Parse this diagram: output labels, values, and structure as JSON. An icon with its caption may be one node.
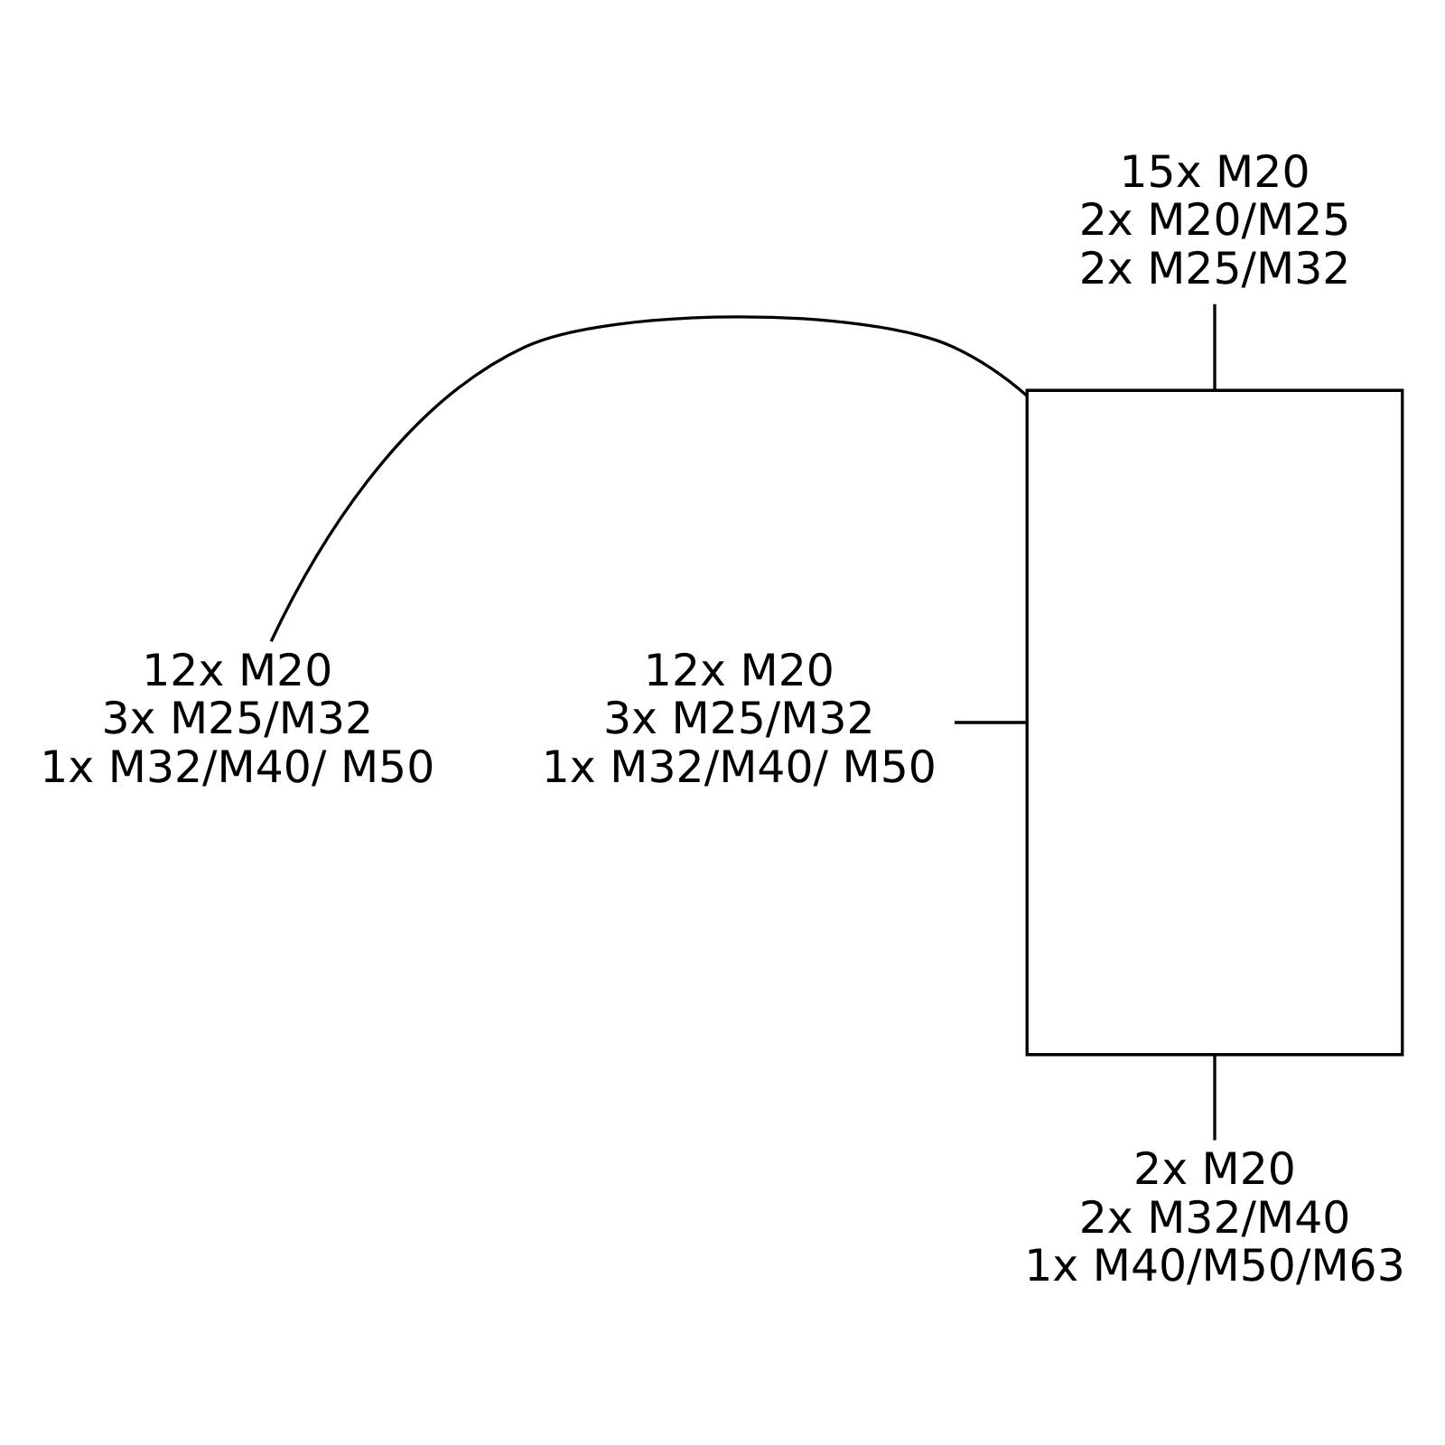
{
  "diagram": {
    "nodes": [
      {
        "text": [],
        "shape": "box"
      },
      {
        "text": [
          "15x M20",
          "2x M20/M25",
          "2x M25/M32"
        ]
      },
      {
        "text": [
          "12x M20",
          "3x M25/M32",
          "1x M32/M40/ M50"
        ]
      },
      {
        "text": [
          "12x M20",
          "3x M25/M32",
          "1x M32/M40/ M50"
        ]
      },
      {
        "text": [
          "2x M20",
          "2x M32/M40",
          "1x M40/M50/M63"
        ]
      }
    ],
    "edges": [
      {
        "from": 1,
        "to": 0,
        "arrow": "none"
      },
      {
        "from": 2,
        "to": 0,
        "arrow": "none"
      },
      {
        "from": 3,
        "to": 0,
        "arrow": "none"
      },
      {
        "from": 4,
        "to": 0,
        "arrow": "none"
      }
    ]
  }
}
